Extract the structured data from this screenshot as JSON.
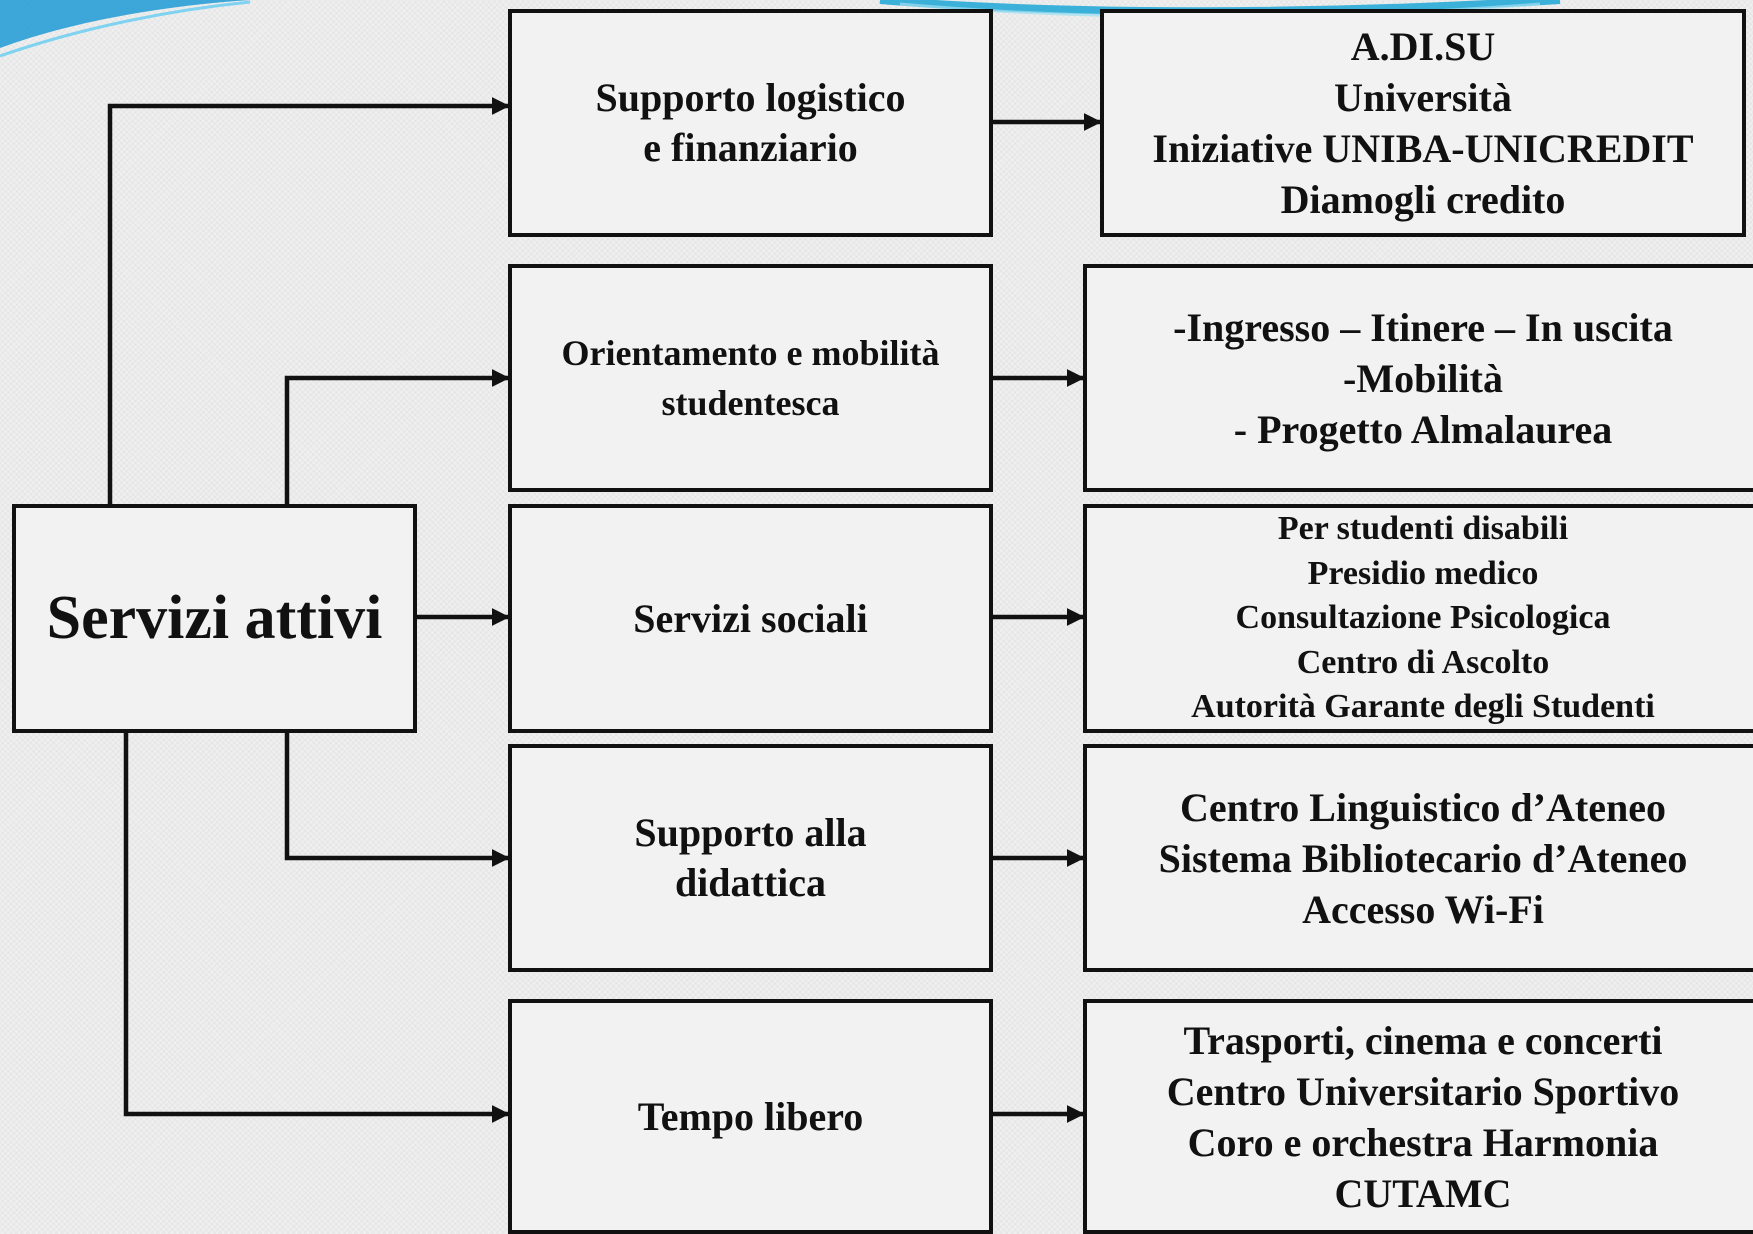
{
  "root": {
    "label": "Servizi attivi"
  },
  "categories": [
    {
      "lines": [
        "Supporto logistico",
        "e finanziario"
      ]
    },
    {
      "lines": [
        "Orientamento e mobilità",
        "studentesca"
      ]
    },
    {
      "lines": [
        "Servizi sociali"
      ]
    },
    {
      "lines": [
        "Supporto alla",
        "didattica"
      ]
    },
    {
      "lines": [
        "Tempo libero"
      ]
    }
  ],
  "details": [
    {
      "lines": [
        "A.DI.SU",
        "Università",
        "Iniziative UNIBA-UNICREDIT",
        "Diamogli credito"
      ]
    },
    {
      "lines": [
        "-Ingresso – Itinere – In uscita",
        "-Mobilità",
        "- Progetto Almalaurea"
      ]
    },
    {
      "lines": [
        "Per studenti disabili",
        "Presidio medico",
        "Consultazione Psicologica",
        "Centro di Ascolto",
        "Autorità Garante degli Studenti"
      ]
    },
    {
      "lines": [
        "Centro Linguistico d’Ateneo",
        "Sistema Bibliotecario d’Ateneo",
        "Accesso Wi-Fi"
      ]
    },
    {
      "lines": [
        "Trasporti, cinema e concerti",
        "Centro Universitario Sportivo",
        "Coro e orchestra Harmonia",
        "CUTAMC"
      ]
    }
  ],
  "colors": {
    "stroke": "#111111",
    "box_fill": "#f2f2f2",
    "background": "#efefef",
    "swoosh_blue": "#2a9fd6"
  }
}
